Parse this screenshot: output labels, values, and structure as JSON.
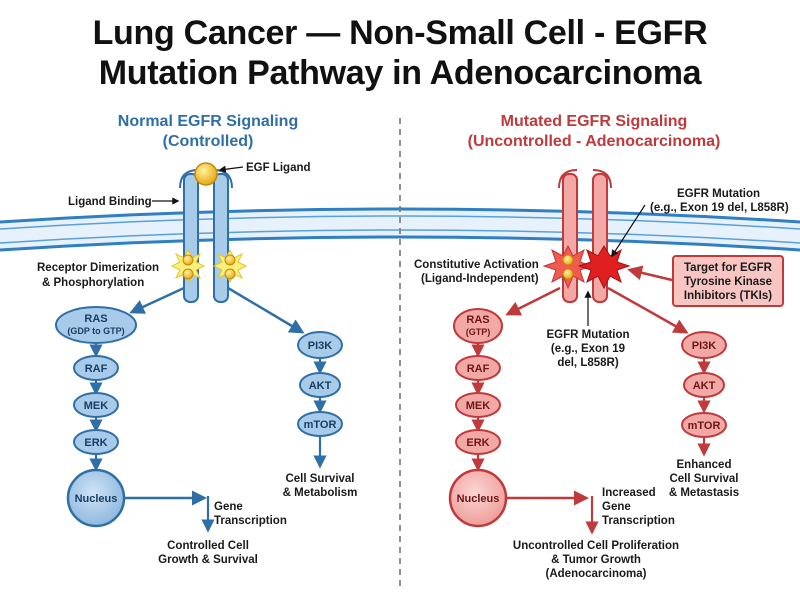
{
  "title": {
    "line1": "Lung Cancer — Non-Small Cell - EGFR",
    "line2": "Mutation Pathway in Adenocarcinoma"
  },
  "colors": {
    "normal": "#2f6fa8",
    "normal_fill": "#a9cbea",
    "mutated": "#c0393b",
    "mutated_fill": "#f2a9a6",
    "ligand": "#f2c01e",
    "membrane": "#2f7fc2"
  },
  "normal": {
    "heading_line1": "Normal EGFR Signaling",
    "heading_line2": "(Controlled)",
    "ligand_label": "EGF Ligand",
    "binding_label": "Ligand Binding",
    "dimerization_line1": "Receptor Dimerization",
    "dimerization_line2": "& Phosphorylation",
    "ras_label": "RAS",
    "ras_sub": "(GDP to GTP)",
    "raf": "RAF",
    "mek": "MEK",
    "erk": "ERK",
    "nucleus": "Nucleus",
    "pi3k": "PI3K",
    "akt": "AKT",
    "mtor": "mTOR",
    "survival_line1": "Cell Survival",
    "survival_line2": "& Metabolism",
    "gene_line1": "Gene",
    "gene_line2": "Transcription",
    "outcome_line1": "Controlled Cell",
    "outcome_line2": "Growth & Survival"
  },
  "mutated": {
    "heading_line1": "Mutated EGFR Signaling",
    "heading_line2": "(Uncontrolled - Adenocarcinoma)",
    "mutation_top_line1": "EGFR Mutation",
    "mutation_top_line2": "(e.g., Exon 19 del, L858R)",
    "constitutive_line1": "Constitutive Activation",
    "constitutive_line2": "(Ligand-Independent)",
    "tki_line1": "Target for EGFR",
    "tki_line2": "Tyrosine Kinase",
    "tki_line3": "Inhibitors (TKIs)",
    "mutation_mid_line1": "EGFR Mutation",
    "mutation_mid_line2": "(e.g., Exon 19",
    "mutation_mid_line3": "del, L858R)",
    "ras_label": "RAS",
    "ras_sub": "(GTP)",
    "raf": "RAF",
    "mek": "MEK",
    "erk": "ERK",
    "nucleus": "Nucleus",
    "pi3k": "PI3K",
    "akt": "AKT",
    "mtor": "mTOR",
    "survival_line1": "Enhanced",
    "survival_line2": "Cell Survival",
    "survival_line3": "& Metastasis",
    "gene_line1": "Increased",
    "gene_line2": "Gene",
    "gene_line3": "Transcription",
    "outcome_line1": "Uncontrolled Cell Proliferation",
    "outcome_line2": "& Tumor Growth",
    "outcome_line3": "(Adenocarcinoma)"
  }
}
